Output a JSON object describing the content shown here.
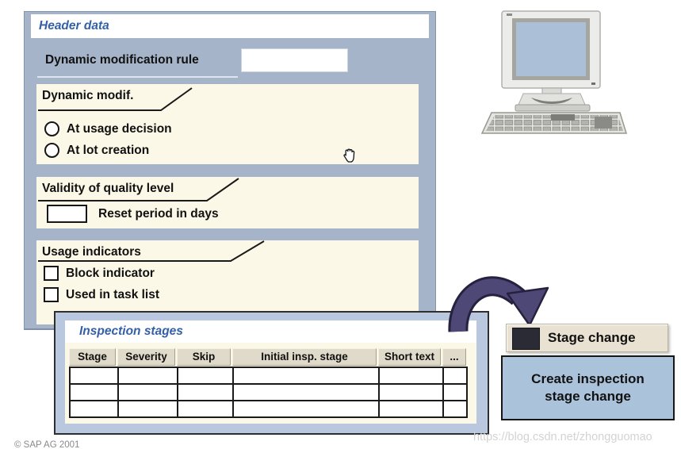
{
  "header_panel": {
    "title": "Header data",
    "rule_label": "Dynamic modification rule",
    "rule_value": "",
    "sections": {
      "dynamic_modif": {
        "title": "Dynamic modif.",
        "option1": "At usage decision",
        "option2": "At lot creation"
      },
      "validity": {
        "title": "Validity of quality level",
        "reset_label": "Reset period in days",
        "reset_value": ""
      },
      "usage": {
        "title": "Usage indicators",
        "check1": "Block indicator",
        "check2": "Used in task list"
      }
    }
  },
  "inspection_stages": {
    "title": "Inspection stages",
    "columns": [
      "Stage",
      "Severity",
      "Skip",
      "Initial insp. stage",
      "Short text",
      "..."
    ],
    "row_count": 3,
    "rows": [
      [
        "",
        "",
        "",
        "",
        "",
        ""
      ],
      [
        "",
        "",
        "",
        "",
        "",
        ""
      ],
      [
        "",
        "",
        "",
        "",
        "",
        ""
      ]
    ]
  },
  "annotations": {
    "stage_change_label": "Stage change",
    "create_box_label": "Create inspection stage change"
  },
  "icons": [
    "computer-icon",
    "keyboard-icon",
    "curved-arrow-icon",
    "stage-change-icon",
    "hand-cursor-icon"
  ],
  "footer": {
    "copyright": "© SAP AG 2001",
    "watermark": "https://blog.csdn.net/zhongguomao"
  },
  "colors": {
    "panel_bg": "#A5B4C9",
    "section_bg": "#FBF8E7",
    "insp_frame_bg": "#B9C8DE",
    "column_header_bg": "#E0DACA",
    "title_blue": "#3360A8",
    "arrow_purple": "#4E4877",
    "stage_change_bg": "#E9E1D2",
    "stage_change_icon": "#2B2B35",
    "create_box_bg": "#ABC2DB",
    "screen_blue": "#ABC0D6"
  }
}
